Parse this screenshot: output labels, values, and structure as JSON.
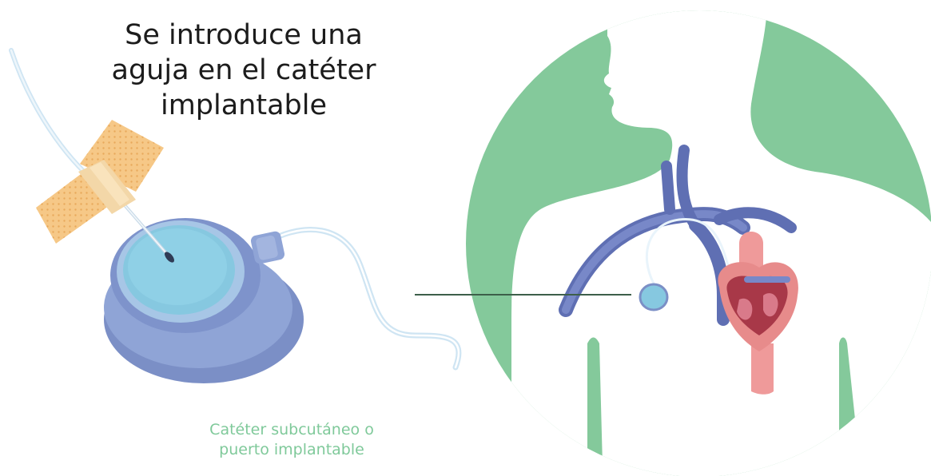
{
  "headline": {
    "line1": "Se introduce una",
    "line2": "aguja en el catéter",
    "line3": "implantable"
  },
  "caption": {
    "line1": "Catéter subcutáneo o",
    "line2": "puerto implantable"
  },
  "colors": {
    "circle_bg": "#84c99b",
    "port_body": "#8fa4d6",
    "port_membrane": "#86c8e0",
    "wing": "#f6c887",
    "vein": "#6b7bbf",
    "heart": "#e78b8b",
    "callout_line": "#3d5f4a"
  }
}
